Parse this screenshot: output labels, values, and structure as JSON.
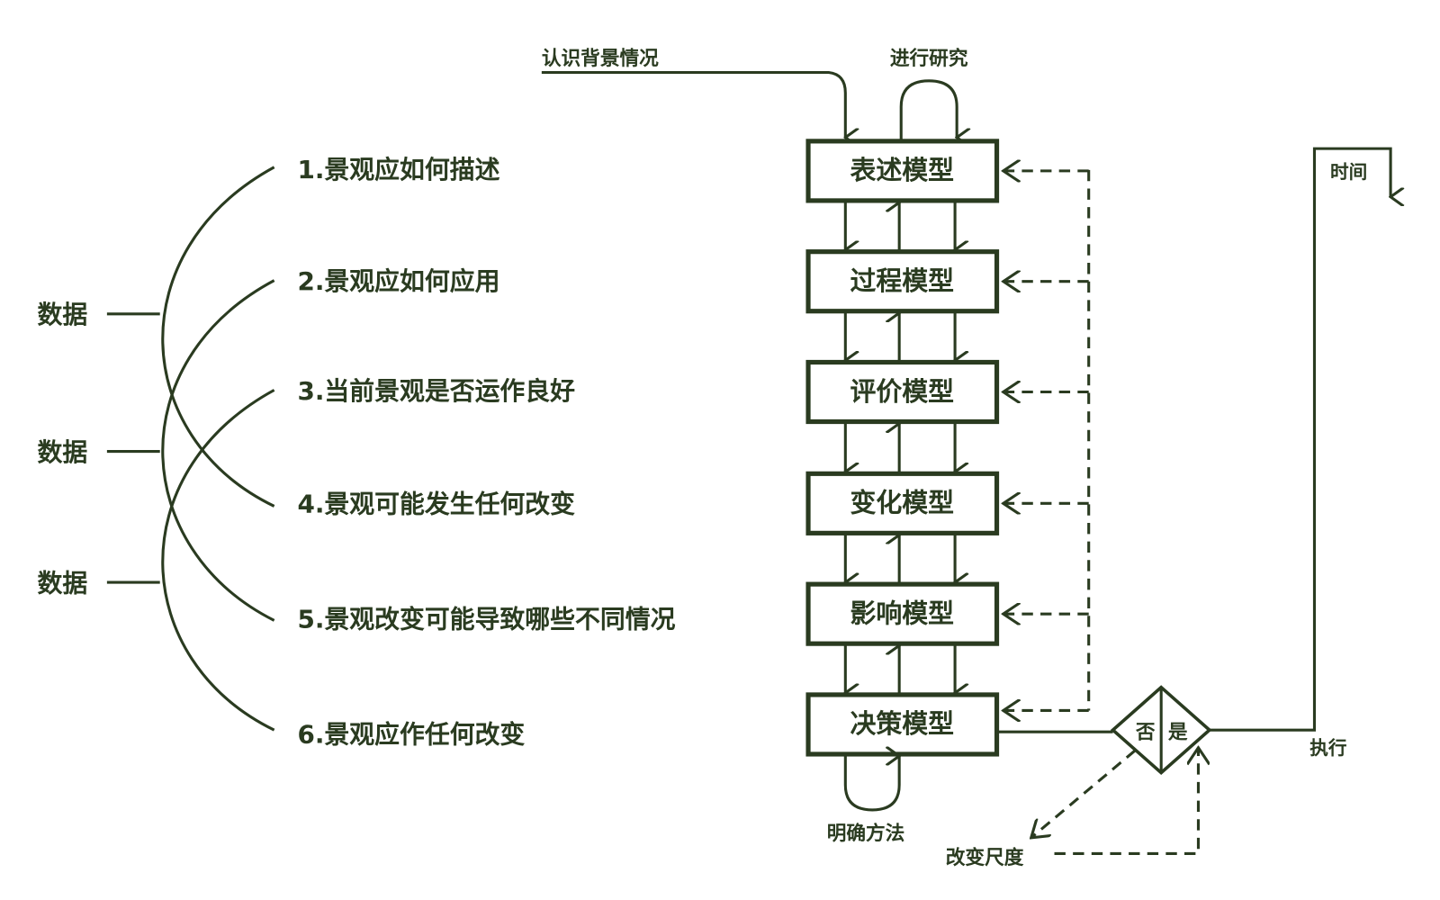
{
  "colors": {
    "ink": "#2a3b20",
    "background": "#ffffff"
  },
  "inputs": {
    "context": "认识背景情况",
    "research": "进行研究"
  },
  "models": [
    {
      "label": "表述模型"
    },
    {
      "label": "过程模型"
    },
    {
      "label": "评价模型"
    },
    {
      "label": "变化模型"
    },
    {
      "label": "影响模型"
    },
    {
      "label": "决策模型"
    }
  ],
  "questions": [
    "1.景观应如何描述",
    "2.景观应如何应用",
    "3.当前景观是否运作良好",
    "4.景观可能发生任何改变",
    "5.景观改变可能导致哪些不同情况",
    "6.景观应作任何改变"
  ],
  "data_labels": [
    "数据",
    "数据",
    "数据"
  ],
  "decision": {
    "no": "否",
    "yes": "是"
  },
  "loop_bottom": "明确方法",
  "change_scale": "改变尺度",
  "execute": "执行",
  "time": "时间"
}
